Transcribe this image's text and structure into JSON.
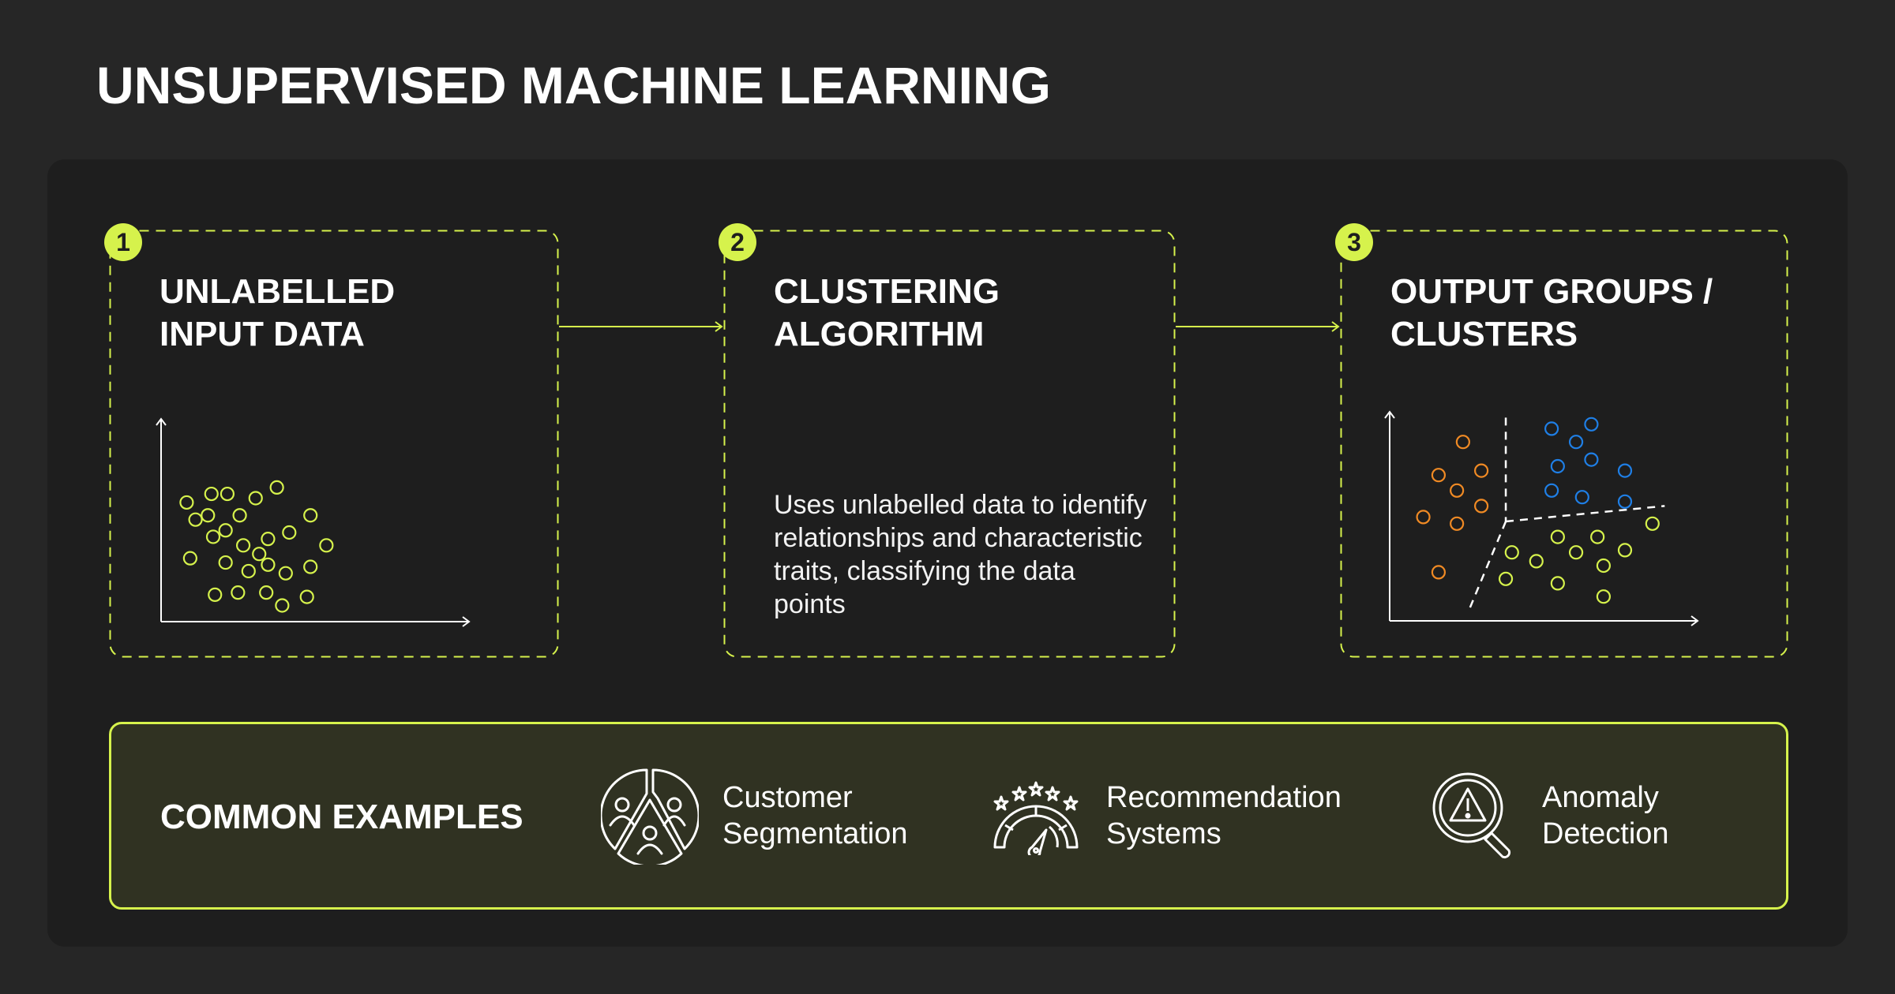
{
  "title": "UNSUPERVISED MACHINE LEARNING",
  "colors": {
    "accent": "#d6f24c",
    "background": "#262626",
    "panel": "#1e1e1e",
    "examples_bg": "#303222",
    "cluster_orange": "#f08a24",
    "cluster_blue": "#1f7fe6",
    "cluster_green": "#d6f24c"
  },
  "steps": [
    {
      "number": "1",
      "title_line1": "UNLABELLED",
      "title_line2": "INPUT DATA",
      "description": ""
    },
    {
      "number": "2",
      "title_line1": "CLUSTERING",
      "title_line2": "ALGORITHM",
      "description": "Uses unlabelled data to identify relationships and characteristic traits, classifying the data points"
    },
    {
      "number": "3",
      "title_line1": "OUTPUT GROUPS /",
      "title_line2": "CLUSTERS",
      "description": ""
    }
  ],
  "examples": {
    "heading": "COMMON EXAMPLES",
    "items": [
      {
        "icon": "customer-segmentation-icon",
        "line1": "Customer",
        "line2": "Segmentation"
      },
      {
        "icon": "recommendation-gauge-icon",
        "line1": "Recommendation",
        "line2": "Systems"
      },
      {
        "icon": "anomaly-magnifier-icon",
        "line1": "Anomaly",
        "line2": "Detection"
      }
    ]
  },
  "chart_data": [
    {
      "type": "scatter",
      "title": "Unlabelled input data",
      "xlabel": "",
      "ylabel": "",
      "xlim": [
        0,
        100
      ],
      "ylim": [
        0,
        100
      ],
      "grid": false,
      "series": [
        {
          "name": "unlabelled",
          "color": "#d6f24c",
          "points": [
            [
              10,
              64
            ],
            [
              24,
              68
            ],
            [
              33,
              68
            ],
            [
              49,
              66
            ],
            [
              61,
              71
            ],
            [
              15,
              56
            ],
            [
              22,
              58
            ],
            [
              40,
              58
            ],
            [
              80,
              58
            ],
            [
              25,
              48
            ],
            [
              32,
              51
            ],
            [
              42,
              44
            ],
            [
              56,
              47
            ],
            [
              68,
              50
            ],
            [
              89,
              44
            ],
            [
              12,
              38
            ],
            [
              32,
              36
            ],
            [
              51,
              40
            ],
            [
              56,
              35
            ],
            [
              45,
              32
            ],
            [
              66,
              31
            ],
            [
              80,
              34
            ],
            [
              26,
              21
            ],
            [
              39,
              22
            ],
            [
              55,
              22
            ],
            [
              78,
              20
            ],
            [
              64,
              16
            ]
          ]
        }
      ]
    },
    {
      "type": "scatter",
      "title": "Output groups / clusters",
      "xlabel": "",
      "ylabel": "",
      "xlim": [
        0,
        100
      ],
      "ylim": [
        0,
        100
      ],
      "grid": false,
      "series": [
        {
          "name": "cluster-orange",
          "color": "#f08a24",
          "points": [
            [
              24,
              86
            ],
            [
              16,
              71
            ],
            [
              30,
              73
            ],
            [
              22,
              64
            ],
            [
              30,
              57
            ],
            [
              11,
              52
            ],
            [
              22,
              49
            ],
            [
              16,
              27
            ]
          ]
        },
        {
          "name": "cluster-blue",
          "color": "#1f7fe6",
          "points": [
            [
              53,
              92
            ],
            [
              66,
              94
            ],
            [
              61,
              86
            ],
            [
              66,
              78
            ],
            [
              55,
              75
            ],
            [
              77,
              73
            ],
            [
              53,
              64
            ],
            [
              63,
              61
            ],
            [
              77,
              59
            ]
          ]
        },
        {
          "name": "cluster-green",
          "color": "#d6f24c",
          "points": [
            [
              86,
              49
            ],
            [
              55,
              43
            ],
            [
              68,
              43
            ],
            [
              40,
              36
            ],
            [
              61,
              36
            ],
            [
              77,
              37
            ],
            [
              48,
              32
            ],
            [
              70,
              30
            ],
            [
              38,
              24
            ],
            [
              55,
              22
            ],
            [
              70,
              16
            ]
          ]
        }
      ],
      "boundaries": [
        [
          [
            38,
            97
          ],
          [
            38,
            50
          ]
        ],
        [
          [
            38,
            50
          ],
          [
            90,
            57
          ]
        ],
        [
          [
            38,
            50
          ],
          [
            26,
            10
          ]
        ]
      ]
    }
  ]
}
